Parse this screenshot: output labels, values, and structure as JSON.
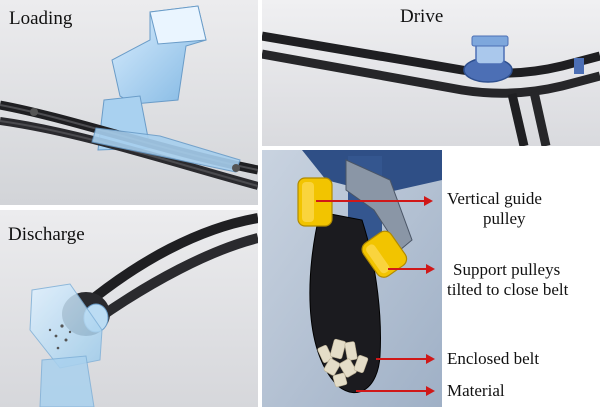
{
  "panels": {
    "loading": {
      "title": "Loading"
    },
    "drive": {
      "title": "Drive"
    },
    "discharge": {
      "title": "Discharge"
    }
  },
  "callouts": [
    {
      "line1": "Vertical guide",
      "line2": "pulley"
    },
    {
      "line1": "Support pulleys",
      "line2": "tilted to close belt"
    },
    {
      "line1": "Enclosed belt",
      "line2": ""
    },
    {
      "line1": "Material",
      "line2": ""
    }
  ],
  "colors": {
    "pulley_yellow": "#f2c400",
    "callout_red": "#d01818",
    "belt_black": "#1c1c1f",
    "housing_blue": "#9ccbea"
  }
}
